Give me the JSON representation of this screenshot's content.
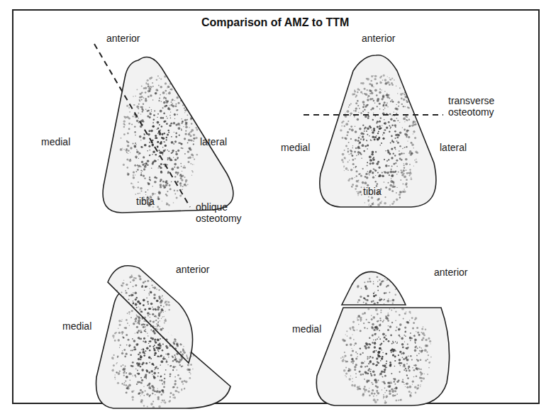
{
  "diagram": {
    "title": "Comparison of AMZ to TTM",
    "labels": [
      "anterior",
      "medial",
      "lateral",
      "tibia",
      "oblique osteotomy",
      "anterior",
      "transverse osteotomy",
      "medial",
      "lateral",
      "tibia",
      "anterior",
      "medial",
      "anterior",
      "medial"
    ]
  }
}
